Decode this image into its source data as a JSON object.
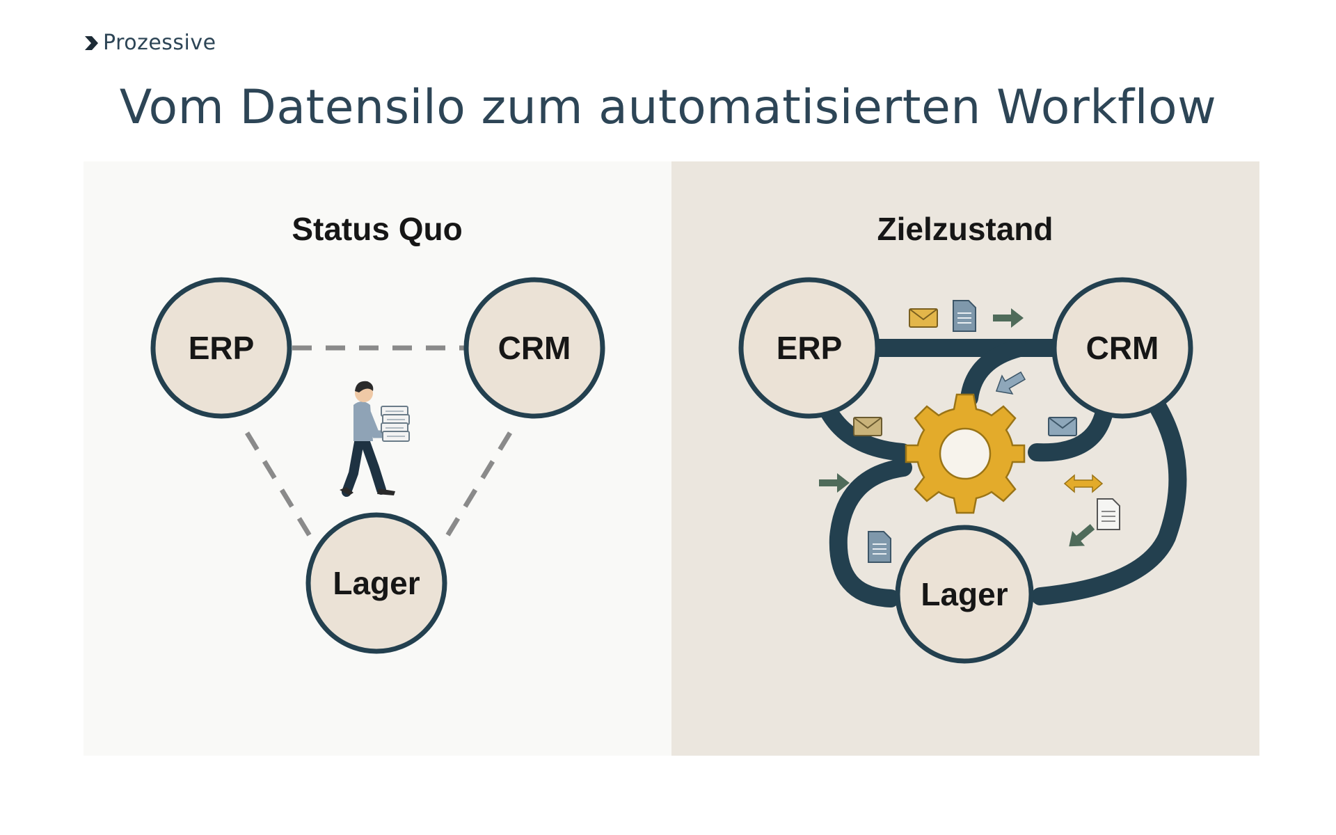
{
  "brand": {
    "name": "Prozessive",
    "icon": "chevron-right-icon"
  },
  "title": "Vom Datensilo zum automatisierten Workflow",
  "status_quo": {
    "heading": "Status Quo",
    "nodes": {
      "erp": "ERP",
      "crm": "CRM",
      "lager": "Lager"
    }
  },
  "zielzustand": {
    "heading": "Zielzustand",
    "nodes": {
      "erp": "ERP",
      "crm": "CRM",
      "lager": "Lager"
    }
  },
  "colors": {
    "title": "#2d4556",
    "node_border": "#23404f",
    "node_fill": "#ebe2d6",
    "pipe": "#23404f",
    "gear": "#e3ab2b",
    "dashed_line": "#8a8a8a",
    "left_background": "#f9f9f7",
    "right_background": "#ebe6de"
  }
}
